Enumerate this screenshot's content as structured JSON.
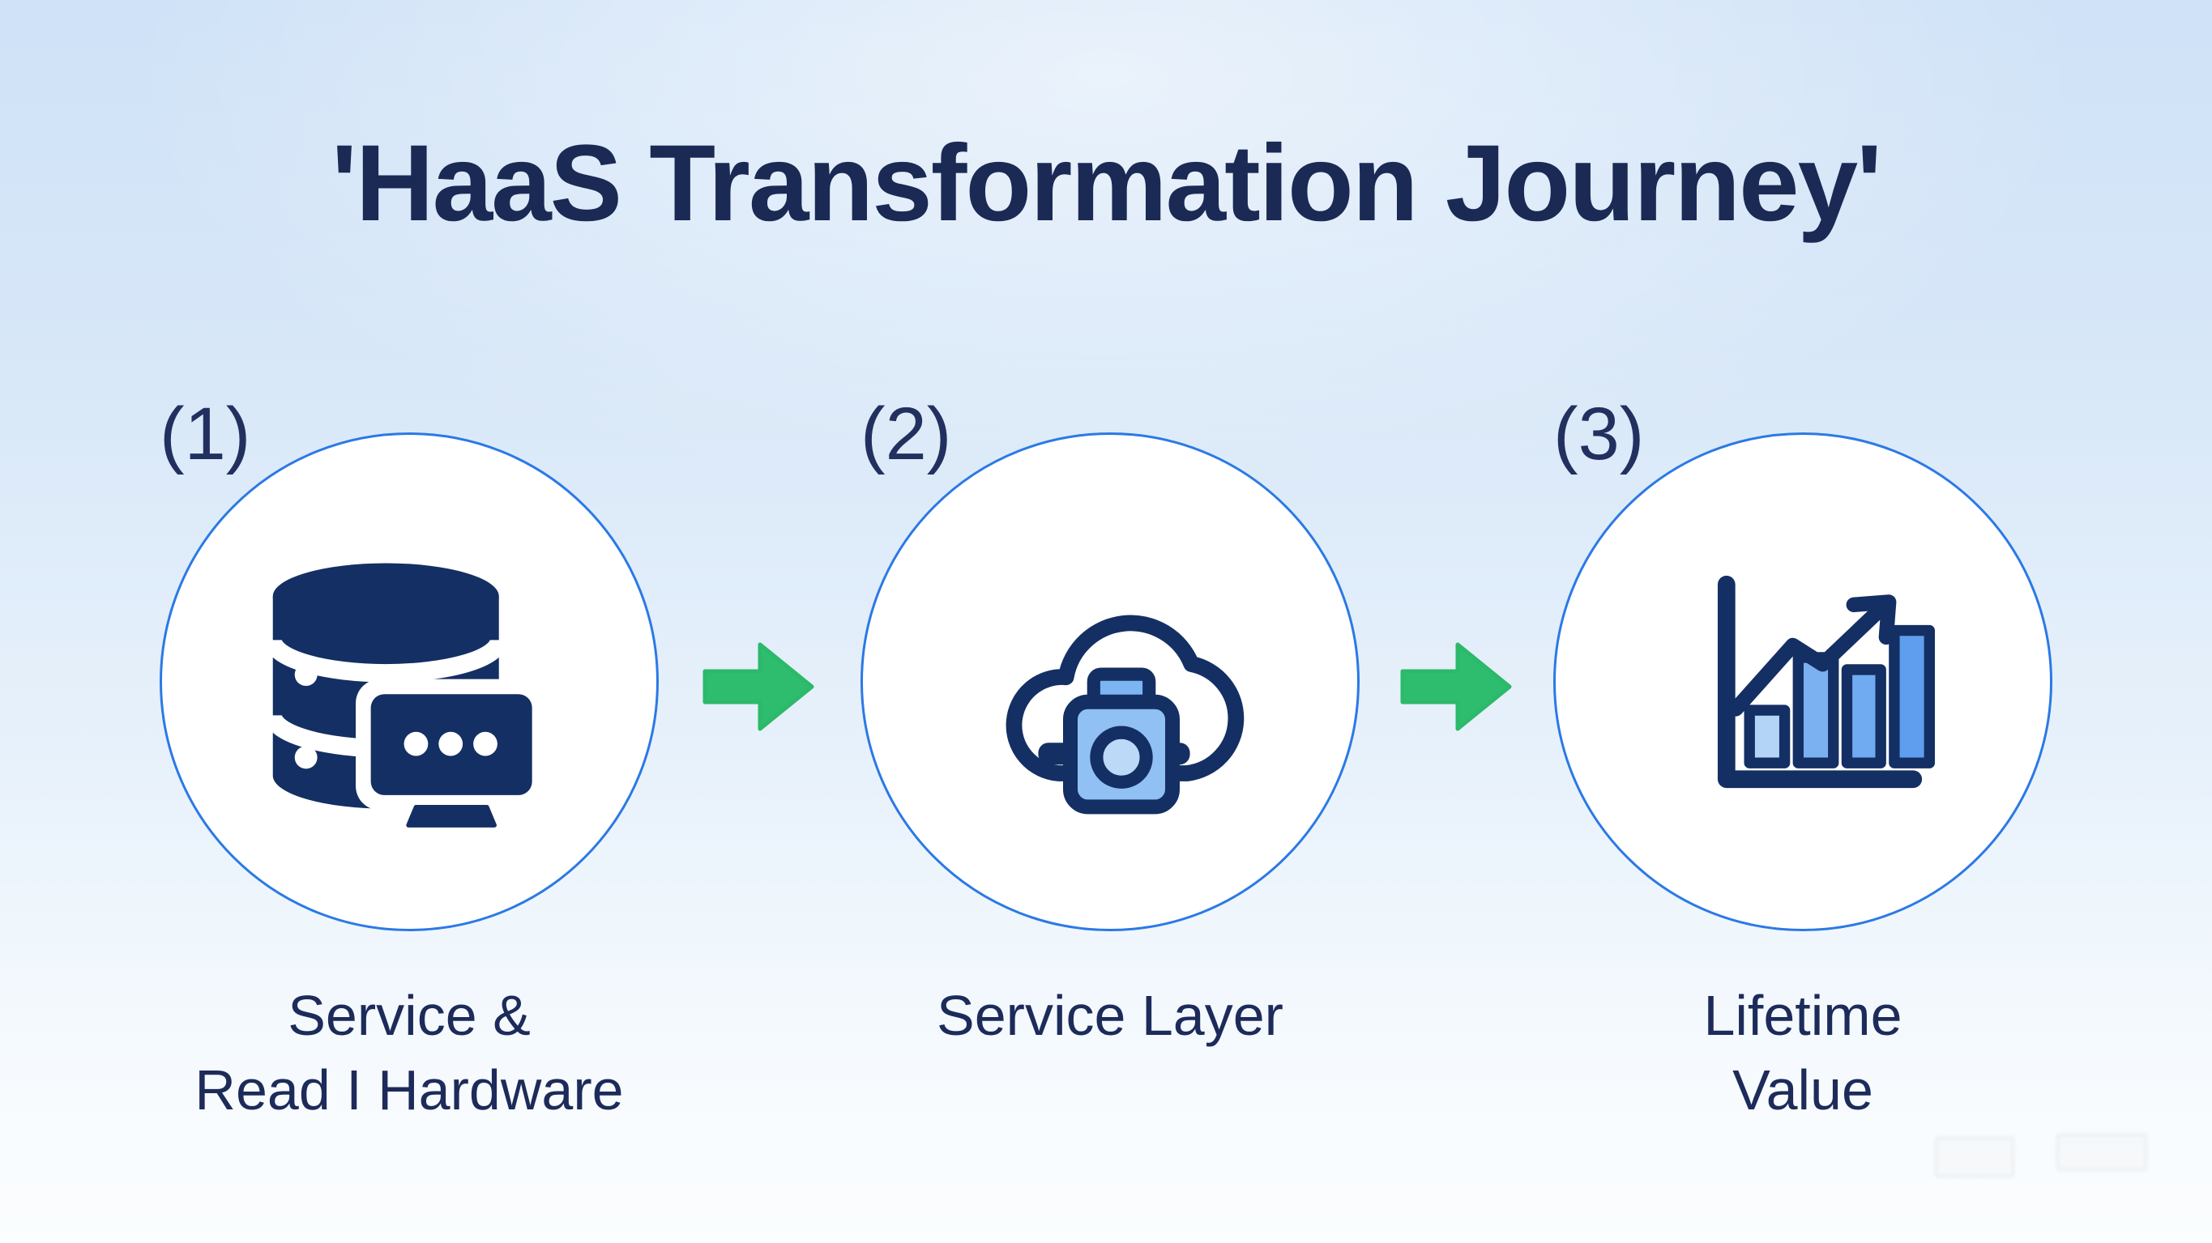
{
  "title": "'HaaS Transformation Journey'",
  "steps": [
    {
      "number": "(1)",
      "label_line1": "Service &",
      "label_line2": "Read I Hardware",
      "icon": "database-monitor-icon"
    },
    {
      "number": "(2)",
      "label_line1": "Service Layer",
      "label_line2": "",
      "icon": "cloud-service-icon"
    },
    {
      "number": "(3)",
      "label_line1": "Lifetime",
      "label_line2": "Value",
      "icon": "growth-chart-icon"
    }
  ],
  "arrows": [
    {
      "icon": "arrow-right-icon"
    },
    {
      "icon": "arrow-right-icon"
    }
  ],
  "colors": {
    "background_top": "#cfe2f7",
    "background_bottom": "#fbfdfe",
    "icon_navy": "#142f63",
    "text_navy": "#1b2955",
    "circle_stroke": "#2b79e6",
    "circle_fill": "#ffffff",
    "arrow_green": "#2ebd6e",
    "icon_blue_light": "#b3d4f7",
    "icon_blue_mid": "#7cb1f1",
    "icon_blue_deep": "#5f9eee",
    "case_fill": "#90c0f4"
  }
}
